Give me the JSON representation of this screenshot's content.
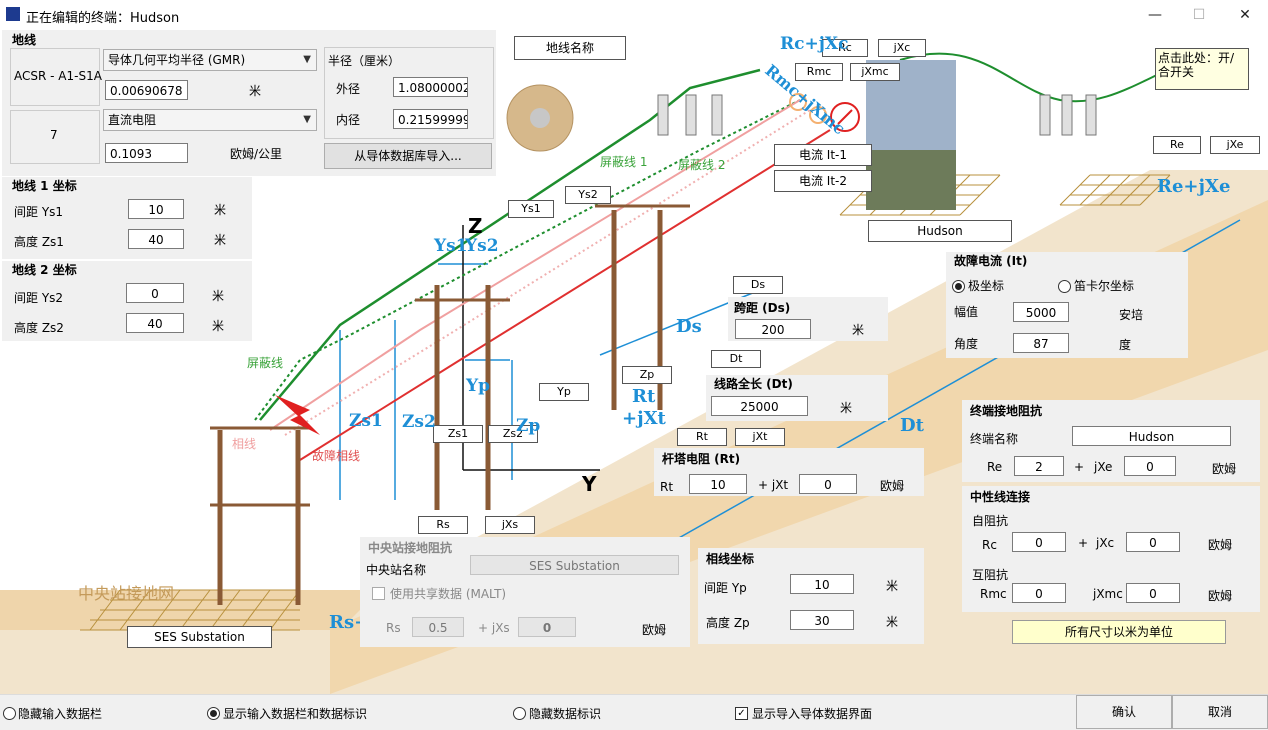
{
  "window": {
    "title": "正在编辑的终端：Hudson",
    "min": "—",
    "max": "☐",
    "close": "✕"
  },
  "ground_wire": {
    "heading": "地线",
    "conductor_name": "ACSR - A1-S1A",
    "strand_count": "7",
    "property_select": "导体几何平均半径 (GMR)",
    "gmr_value": "0.00690678",
    "gmr_unit": "米",
    "resistance_select": "直流电阻",
    "resistance_value": "0.1093",
    "resistance_unit": "欧姆/公里",
    "radius_heading": "半径（厘米）",
    "outer_label": "外径",
    "outer_value": "1.08000002",
    "inner_label": "内径",
    "inner_value": "0.21599999",
    "import_button": "从导体数据库导入..."
  },
  "gw1": {
    "heading": "地线 1 坐标",
    "ys_label": "间距 Ys1",
    "ys_value": "10",
    "zs_label": "高度 Zs1",
    "zs_value": "40",
    "unit": "米"
  },
  "gw2": {
    "heading": "地线 2 坐标",
    "ys_label": "间距 Ys2",
    "ys_value": "0",
    "zs_label": "高度 Zs2",
    "zs_value": "40",
    "unit": "米"
  },
  "diagram": {
    "gw_name_tag": "地线名称",
    "click_note": "点击此处：开/合开关",
    "rc_tag": "Rc",
    "jxc_tag": "jXc",
    "rmc_tag": "Rmc",
    "jxmc_tag": "jXmc",
    "re_tag": "Re",
    "jxe_tag": "jXe",
    "current1_tag": "电流 It-1",
    "current2_tag": "电流 It-2",
    "hudson_tag": "Hudson",
    "ys1_tag": "Ys1",
    "ys2_tag": "Ys2",
    "ds_tag": "Ds",
    "dt_tag": "Dt",
    "zp_tag": "Zp",
    "yp_tag": "Yp",
    "zs1_tag": "Zs1",
    "zs2_tag": "Zs2",
    "rt_tag": "Rt",
    "jxt_tag": "jXt",
    "rs_tag": "Rs",
    "jxs_tag": "jXs",
    "ses_tag": "SES Substation",
    "shield1": "屏蔽线 1",
    "shield2": "屏蔽线 2",
    "shield": "屏蔽线",
    "phase": "相线",
    "fault_phase": "故障相线",
    "substation_grid": "中央站接地网",
    "rc_jxc": "Rc+jXc",
    "rmc_jxmc": "Rmc+jXmc",
    "re_jxe": "Re+jXe",
    "rt_jxt1": "Rt",
    "rt_jxt2": "+jXt",
    "rs_jxs": "Rs+",
    "ys1": "Ys1",
    "ys2": "Ys2",
    "yp": "Yp",
    "zs1": "Zs1",
    "zs2": "Zs2",
    "zp": "Zp",
    "ds": "Ds",
    "dt": "Dt",
    "axis_z": "Z",
    "axis_y": "Y"
  },
  "fault_current": {
    "heading": "故障电流 (It)",
    "polar": "极坐标",
    "cartesian": "笛卡尔坐标",
    "mag_label": "幅值",
    "mag_value": "5000",
    "mag_unit": "安培",
    "angle_label": "角度",
    "angle_value": "87",
    "angle_unit": "度"
  },
  "span": {
    "heading": "跨距 (Ds)",
    "value": "200",
    "unit": "米"
  },
  "line_length": {
    "heading": "线路全长 (Dt)",
    "value": "25000",
    "unit": "米"
  },
  "tower": {
    "heading": "杆塔电阻 (Rt)",
    "rt_label": "Rt",
    "rt_value": "10",
    "jxt_label": "+ jXt",
    "jxt_value": "0",
    "unit": "欧姆"
  },
  "terminal_ground": {
    "heading": "终端接地阻抗",
    "name_label": "终端名称",
    "name_value": "Hudson",
    "re_label": "Re",
    "re_value": "2",
    "plus": "+",
    "jxe_label": "jXe",
    "jxe_value": "0",
    "unit": "欧姆"
  },
  "neutral": {
    "heading": "中性线连接",
    "self_label": "自阻抗",
    "rc_label": "Rc",
    "rc_value": "0",
    "plus": "+",
    "jxc_label": "jXc",
    "jxc_value": "0",
    "unit": "欧姆",
    "mutual_label": "互阻抗",
    "rmc_label": "Rmc",
    "rmc_value": "0",
    "jxmc_label": "jXmc",
    "jxmc_value": "0"
  },
  "units_note": "所有尺寸以米为单位",
  "central_ground": {
    "heading": "中央站接地阻抗",
    "name_label": "中央站名称",
    "name_value": "SES Substation",
    "malt_label": "使用共享数据 (MALT)",
    "rs_label": "Rs",
    "rs_value": "0.5",
    "jxs_label": "+ jXs",
    "jxs_value": "0",
    "unit": "欧姆"
  },
  "phase_coord": {
    "heading": "相线坐标",
    "yp_label": "间距 Yp",
    "yp_value": "10",
    "zp_label": "高度 Zp",
    "zp_value": "30",
    "unit": "米"
  },
  "bottom": {
    "hide_input": "隐藏输入数据栏",
    "show_input": "显示输入数据栏和数据标识",
    "hide_labels": "隐藏数据标识",
    "show_import": "显示导入导体数据界面",
    "ok": "确认",
    "cancel": "取消"
  }
}
